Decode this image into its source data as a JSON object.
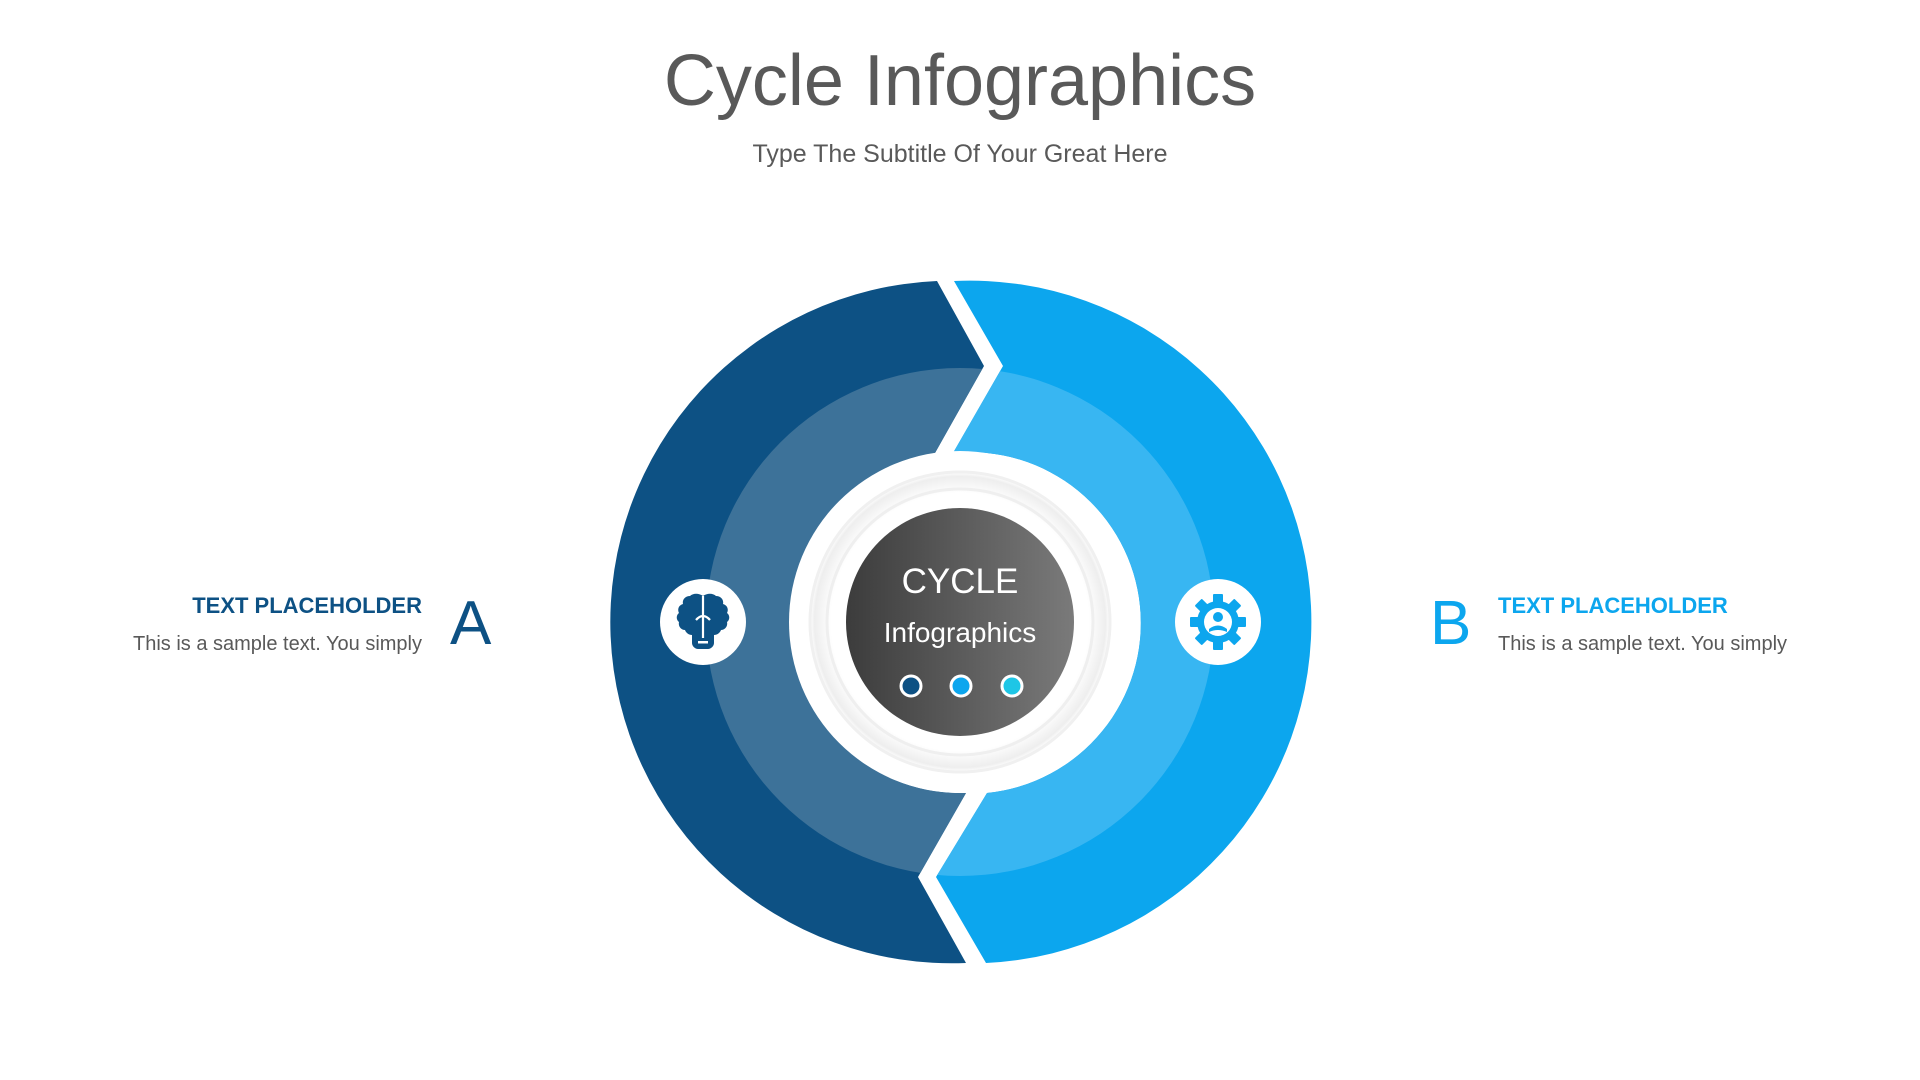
{
  "header": {
    "title": "Cycle Infographics",
    "subtitle": "Type The Subtitle Of Your Great Here"
  },
  "center": {
    "title": "CYCLE",
    "subtitle": "Infographics",
    "dots": [
      {
        "color": "#0d5184"
      },
      {
        "color": "#0ca6ee"
      },
      {
        "color": "#1ec6e6"
      }
    ]
  },
  "segments": [
    {
      "letter": "A",
      "heading": "TEXT PLACEHOLDER",
      "body": "This is a sample text. You simply",
      "icon": "brain-lightbulb-icon",
      "outer_color": "#0d5184",
      "inner_color": "#3d7299"
    },
    {
      "letter": "B",
      "heading": "TEXT PLACEHOLDER",
      "body": "This is a sample text. You simply",
      "icon": "gear-user-icon",
      "outer_color": "#0ca6ee",
      "inner_color": "#38b6f2"
    }
  ],
  "colors": {
    "text_gray": "#595959",
    "center_dark_start": "#3c3c3c",
    "center_dark_end": "#7a7a7a"
  }
}
